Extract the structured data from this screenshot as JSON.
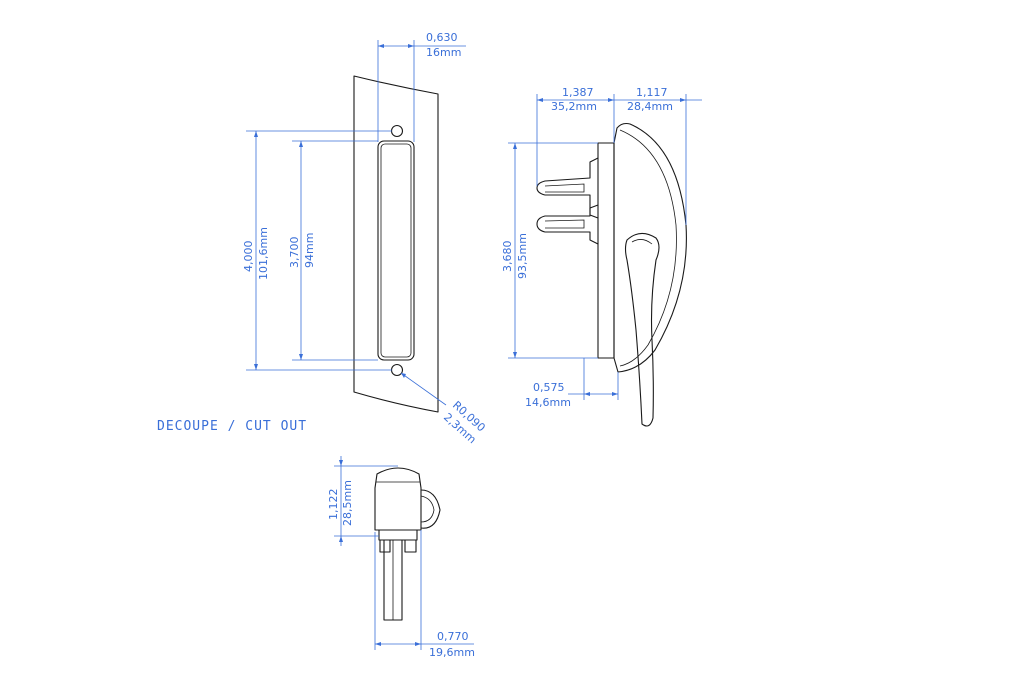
{
  "cutout_label": "DECOUPE / CUT OUT",
  "dimensions": {
    "cutout_width": {
      "inch": "0,630",
      "mm": "16mm"
    },
    "cutout_height_outer": {
      "inch": "4,000",
      "mm": "101,6mm"
    },
    "cutout_height_slot": {
      "inch": "3,700",
      "mm": "94mm"
    },
    "cutout_radius": {
      "inch": "R0,090",
      "mm": "2,3mm"
    },
    "side_back_depth": {
      "inch": "1,387",
      "mm": "35,2mm"
    },
    "side_front_depth": {
      "inch": "1,117",
      "mm": "28,4mm"
    },
    "side_height": {
      "inch": "3,680",
      "mm": "93,5mm"
    },
    "side_plate": {
      "inch": "0,575",
      "mm": "14,6mm"
    },
    "bottom_height": {
      "inch": "1,122",
      "mm": "28,5mm"
    },
    "bottom_width": {
      "inch": "0,770",
      "mm": "19,6mm"
    }
  },
  "colors": {
    "dimension": "#3a6fd8",
    "object": "#1a1a1a",
    "background": "#ffffff"
  }
}
